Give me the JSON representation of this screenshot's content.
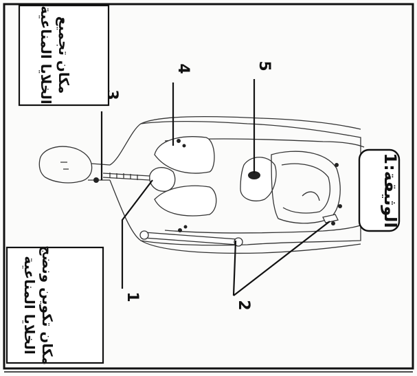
{
  "document": {
    "label": "الوثيقة:1",
    "box_top": {
      "line1": "مكان تجميع",
      "line2": "الخلايا المناعية"
    },
    "box_bottom": {
      "line1": "مكان تكوين ونضج",
      "line2": "الخلايا المناعية"
    },
    "callouts": [
      "1",
      "2",
      "3",
      "4",
      "5"
    ]
  }
}
